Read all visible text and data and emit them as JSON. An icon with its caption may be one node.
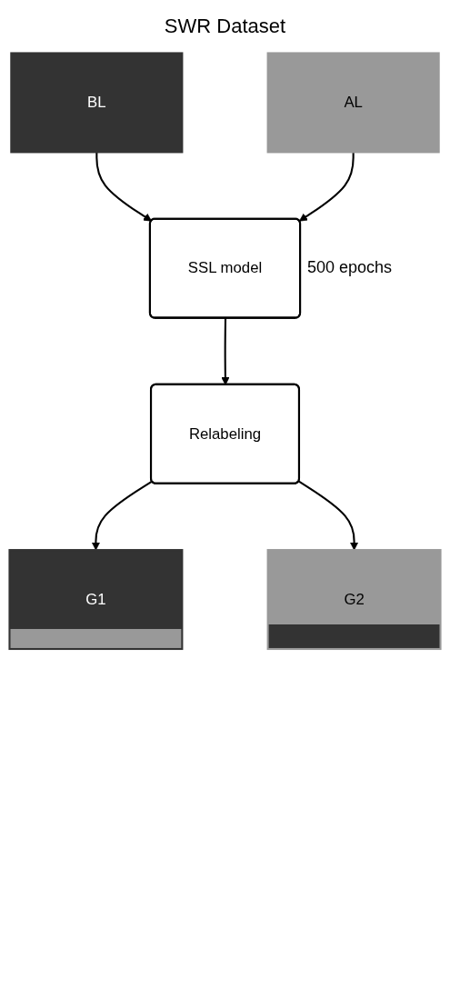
{
  "diagram": {
    "title": "SWR Dataset",
    "nodes": [
      {
        "text": [
          "BL"
        ]
      },
      {
        "text": [
          "AL"
        ]
      },
      {
        "text": [
          "SSL model"
        ],
        "beside": [
          "500 epochs"
        ]
      },
      {
        "text": [
          "Relabeling"
        ]
      },
      {
        "text": [
          "G1"
        ]
      },
      {
        "text": [
          "G2"
        ]
      }
    ],
    "edges": [
      {
        "from": 0,
        "to": 2,
        "arrow": "to"
      },
      {
        "from": 1,
        "to": 2,
        "arrow": "to"
      },
      {
        "from": 2,
        "to": 3,
        "arrow": "to"
      },
      {
        "from": 3,
        "to": 4,
        "arrow": "to"
      },
      {
        "from": 3,
        "to": 5,
        "arrow": "to"
      }
    ]
  }
}
